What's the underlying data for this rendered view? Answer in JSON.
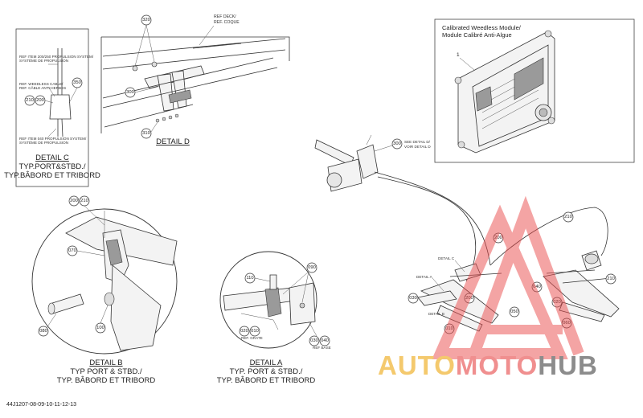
{
  "doc_id": "44J1207-08-09-10-11-12-13",
  "module_box": {
    "title_en": "Calibrated Weedless Module/",
    "title_fr": "Module Calibré Anti-Algue",
    "item": "1"
  },
  "detail_d": {
    "caption": "DETAIL D",
    "ref_line1": "REF DECK/",
    "ref_line2": "REF. COQUE",
    "callouts": [
      "320",
      "300",
      "310"
    ]
  },
  "detail_c": {
    "caption": "DETAIL C",
    "line2": "TYP.PORT&STBD./",
    "line3": "TYP.BÂBORD ET TRIBORD",
    "ref_top_1": "REF ITEM 200/250 PROPULSION SYSTEM/",
    "ref_top_2": "SYSTÈME DE PROPULSION",
    "ref_mid_1": "REF. WEEDLESS CABLE/",
    "ref_mid_2": "REF. CÂBLE ANTI-HERBES",
    "ref_bot_1": "REF ITEM 040 PROPULSION SYSTEM/",
    "ref_bot_2": "SYSTÈME DE PROPULSION",
    "callouts": [
      "350",
      "210",
      "200"
    ]
  },
  "detail_b": {
    "caption": "DETAIL B",
    "line2": "TYP PORT & STBD./",
    "line3": "TYP. BÂBORD ET TRIBORD",
    "callouts": [
      "200",
      "210",
      "070",
      "080",
      "100"
    ]
  },
  "detail_a": {
    "caption": "DETAIL A",
    "line2": "TYP. PORT & STBD./",
    "line3": "TYP. BÂBORD ET TRIBORD",
    "ref_grate": "REF. GRATE",
    "ref_base": "REF BASE",
    "callouts": [
      "090",
      "110",
      "020",
      "010",
      "030",
      "040"
    ]
  },
  "assembly": {
    "see_detail_1": "SEE DETAIL D/",
    "see_detail_2": "VOIR DETAIL D",
    "label_detail_c": "DETAIL C",
    "label_detail_a": "DETAIL A",
    "label_detail_b": "DETAIL B",
    "callouts": [
      "300",
      "210",
      "200",
      "030",
      "010",
      "200",
      "050",
      "040",
      "020",
      "060",
      "210"
    ]
  },
  "watermark": {
    "part1": "AUTO",
    "part2": "MOTO",
    "part3": "HUB"
  }
}
